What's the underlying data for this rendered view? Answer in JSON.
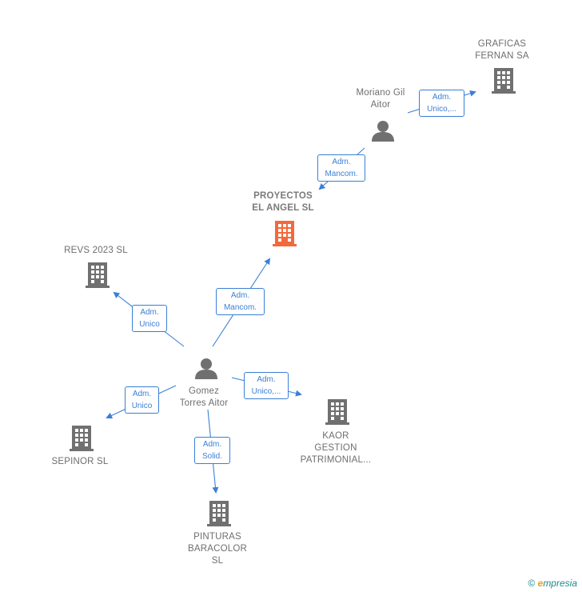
{
  "nodes": {
    "graficas": {
      "line1": "GRAFICAS",
      "line2": "FERNAN SA"
    },
    "moriano": {
      "line1": "Moriano Gil",
      "line2": "Aitor"
    },
    "proyectos": {
      "line1": "PROYECTOS",
      "line2": "EL ANGEL  SL"
    },
    "revs": {
      "line1": "REVS 2023  SL"
    },
    "gomez": {
      "line1": "Gomez",
      "line2": "Torres Aitor"
    },
    "sepinor": {
      "line1": "SEPINOR  SL"
    },
    "kaor": {
      "line1": "KAOR",
      "line2": "GESTION",
      "line3": "PATRIMONIAL..."
    },
    "pinturas": {
      "line1": "PINTURAS",
      "line2": "BARACOLOR",
      "line3": "SL"
    }
  },
  "edges": {
    "moriano_graficas": {
      "line1": "Adm.",
      "line2": "Unico,..."
    },
    "moriano_proyectos": {
      "line1": "Adm.",
      "line2": "Mancom."
    },
    "gomez_proyectos": {
      "line1": "Adm.",
      "line2": "Mancom."
    },
    "gomez_revs": {
      "line1": "Adm.",
      "line2": "Unico"
    },
    "gomez_kaor": {
      "line1": "Adm.",
      "line2": "Unico,..."
    },
    "gomez_sepinor": {
      "line1": "Adm.",
      "line2": "Unico"
    },
    "gomez_pinturas": {
      "line1": "Adm.",
      "line2": "Solid."
    }
  },
  "colors": {
    "edge": "#3b7fd6",
    "company": "#707070",
    "focus_company": "#f26a3b",
    "person": "#707070"
  },
  "brand": {
    "copyright": "©",
    "first": "e",
    "rest": "mpresia"
  }
}
